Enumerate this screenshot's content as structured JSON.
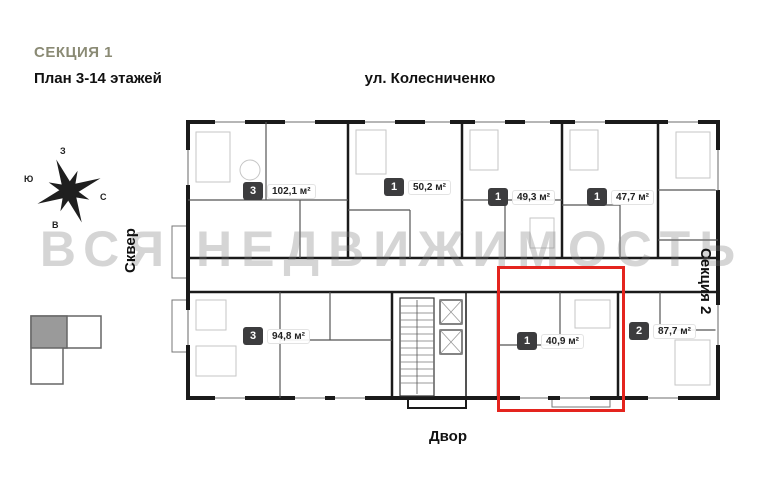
{
  "header": {
    "section_title": "СЕКЦИЯ 1",
    "plan_subtitle": "План 3-14 этажей"
  },
  "surroundings": {
    "top": "ул. Колесниченко",
    "bottom": "Двор",
    "left": "Сквер",
    "right": "Секция 2"
  },
  "compass": {
    "north": "С",
    "south": "Ю",
    "west": "З",
    "east": "В"
  },
  "watermark": "ВСЯ НЕДВИЖИМОСТЬ",
  "apartments": [
    {
      "rooms": "3",
      "area": "102,1 м²",
      "highlighted": false
    },
    {
      "rooms": "1",
      "area": "50,2 м²",
      "highlighted": false
    },
    {
      "rooms": "1",
      "area": "49,3 м²",
      "highlighted": false
    },
    {
      "rooms": "1",
      "area": "47,7 м²",
      "highlighted": false
    },
    {
      "rooms": "3",
      "area": "94,8 м²",
      "highlighted": false
    },
    {
      "rooms": "1",
      "area": "40,9 м²",
      "highlighted": true
    },
    {
      "rooms": "2",
      "area": "87,7 м²",
      "highlighted": false
    }
  ],
  "icons": {
    "compass": "compass-rose-icon",
    "minimap": "building-position-minimap"
  },
  "colors": {
    "highlight": "#e4241e",
    "badge_bg": "#3c3c3e",
    "section_title": "#8a8a74",
    "watermark_gray": "#7d7d7d"
  }
}
